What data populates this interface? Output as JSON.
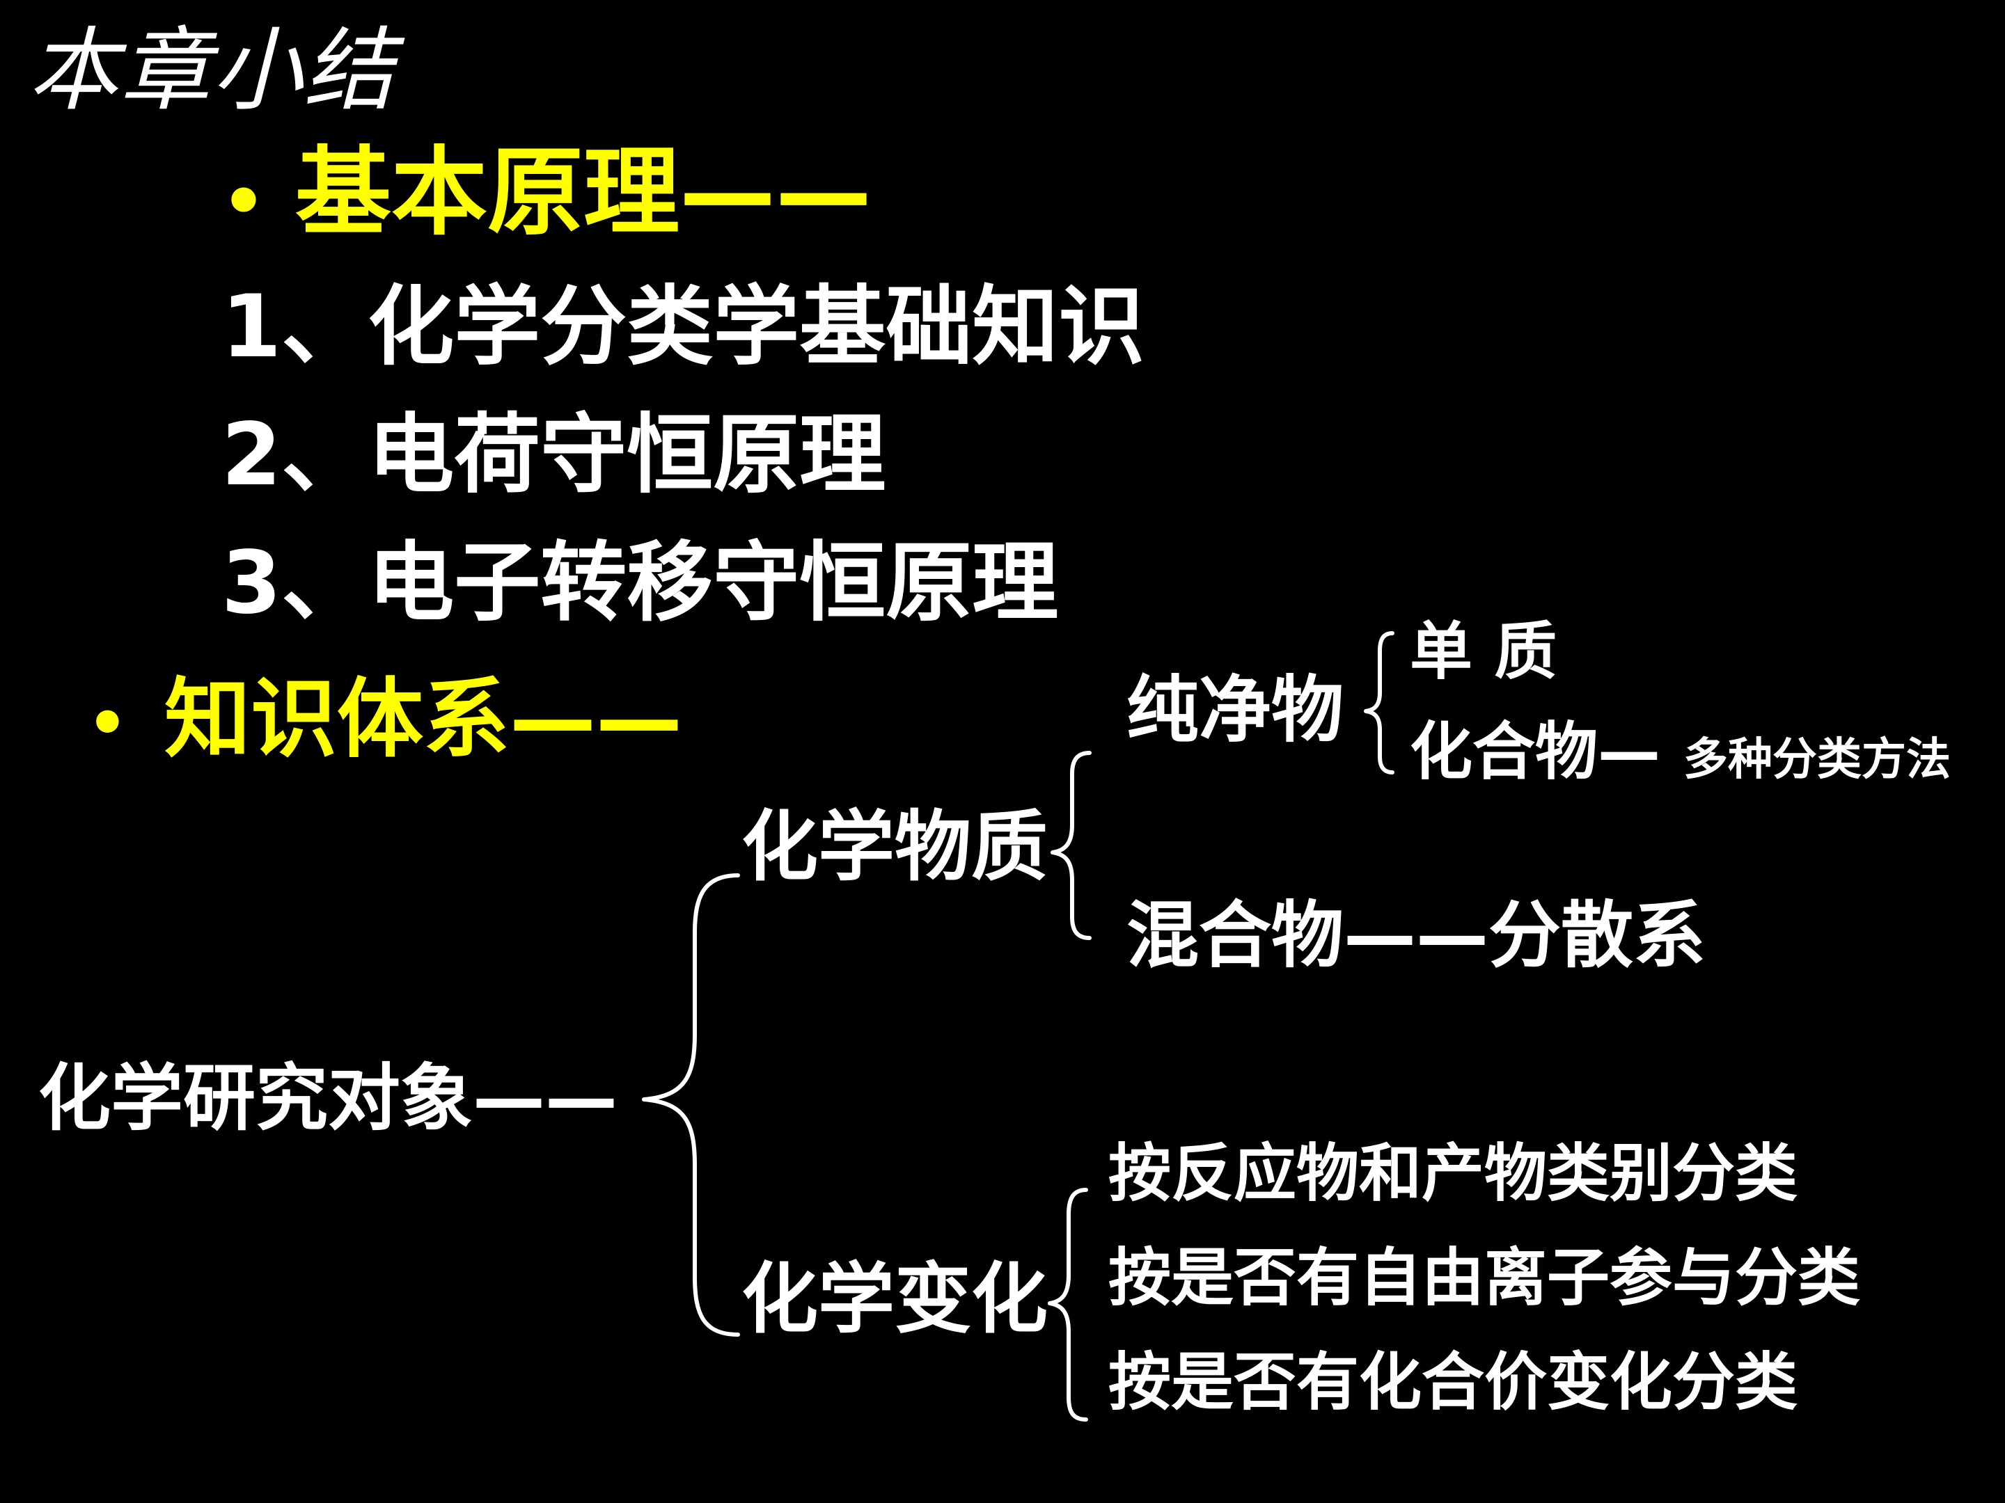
{
  "slide": {
    "title": "本章小结",
    "bullet_symbol": "•",
    "section1": {
      "heading": "基本原理——",
      "items": [
        "1、化学分类学基础知识",
        "2、电荷守恒原理",
        "3、电子转移守恒原理"
      ]
    },
    "section2": {
      "heading": "知识体系——"
    },
    "tree": {
      "root": "化学研究对象——",
      "substances": {
        "label": "化学物质",
        "pure": {
          "label": "纯净物",
          "element": "单 质",
          "compound": "化合物—",
          "compound_note": "多种分类方法"
        },
        "mixture": "混合物——分散系"
      },
      "changes": {
        "label": "化学变化",
        "items": [
          "按反应物和产物类别分类",
          "按是否有自由离子参与分类",
          "按是否有化合价变化分类"
        ]
      }
    },
    "colors": {
      "background": "#000000",
      "text": "#ffffff",
      "highlight": "#ffff00"
    }
  }
}
